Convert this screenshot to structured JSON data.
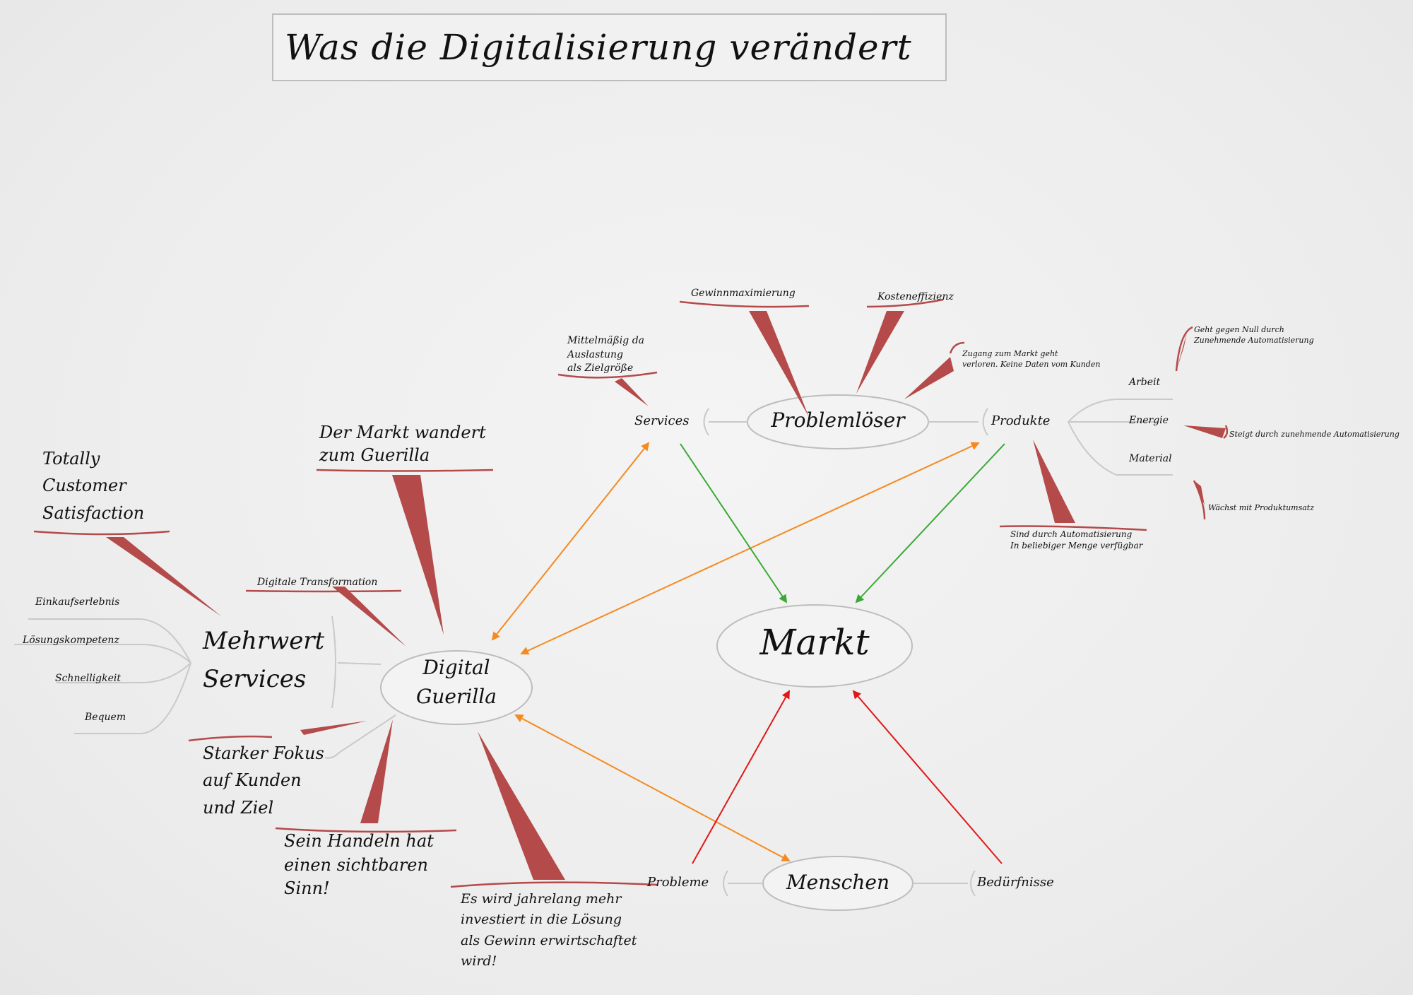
{
  "title": "Was die Digitalisierung verändert",
  "colors": {
    "wedge": "#b44a4a",
    "branch_line": "#c9c9c9",
    "orange_arrow": "#f58a1f",
    "green_arrow": "#3aa935",
    "red_arrow": "#e01818",
    "ellipse_stroke": "#bdbdbd"
  },
  "nodes": {
    "markt": "Markt",
    "problemloeser": "Problemlöser",
    "menschen": "Menschen",
    "digital_guerilla": [
      "Digital",
      "Guerilla"
    ],
    "mehrwert_services": [
      "Mehrwert",
      "Services"
    ]
  },
  "problemloeser_branch": {
    "services": "Services",
    "produkte": "Produkte",
    "gewinnmaximierung": "Gewinnmaximierung",
    "kosteneffizienz": "Kosteneffizienz",
    "zugang": [
      "Zugang zum Markt geht",
      "verloren. Keine Daten vom Kunden"
    ],
    "mittelmaessig": [
      "Mittelmäßig da",
      "Auslastung",
      "als Zielgröße"
    ],
    "automatisierung": [
      "Sind durch Automatisierung",
      "In beliebiger Menge verfügbar"
    ]
  },
  "produkte_branch": {
    "arbeit": "Arbeit",
    "energie": "Energie",
    "material": "Material",
    "arbeit_note": [
      "Geht gegen Null durch",
      "Zunehmende Automatisierung"
    ],
    "energie_note": "Steigt durch zunehmende Automatisierung",
    "material_note": "Wächst mit Produktumsatz"
  },
  "menschen_branch": {
    "probleme": "Probleme",
    "beduerfnisse": "Bedürfnisse"
  },
  "guerilla_branch": {
    "markt_wandert": [
      "Der Markt wandert",
      "zum Guerilla"
    ],
    "digitale_transformation": "Digitale Transformation",
    "sein_handeln": [
      "Sein Handeln hat",
      "einen sichtbaren",
      "Sinn!"
    ],
    "jahrelang": [
      "Es wird jahrelang mehr",
      "investiert in die Lösung",
      "als Gewinn erwirtschaftet",
      "wird!"
    ],
    "starker_fokus": [
      "Starker Fokus",
      "auf Kunden",
      "und Ziel"
    ]
  },
  "mehrwert_branch": {
    "totally": [
      "Totally",
      "Customer",
      "Satisfaction"
    ],
    "einkaufserlebnis": "Einkaufserlebnis",
    "loesungskompetenz": "Lösungskompetenz",
    "schnelligkeit": "Schnelligkeit",
    "bequem": "Bequem"
  }
}
